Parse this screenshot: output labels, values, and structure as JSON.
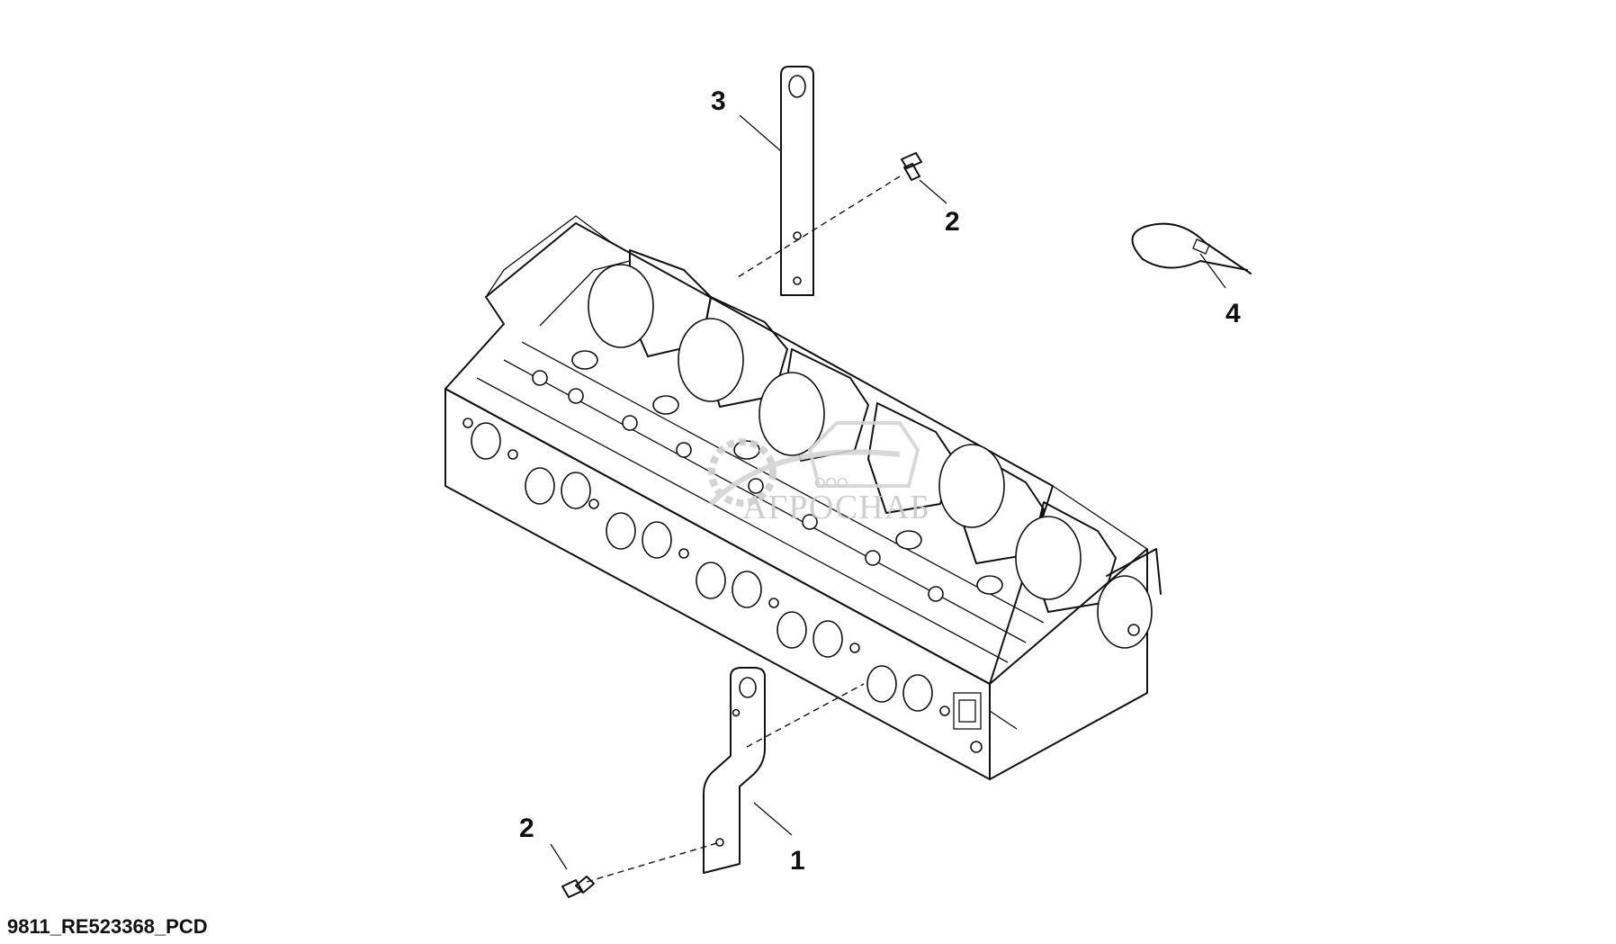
{
  "callouts": {
    "part1": "1",
    "part2_top": "2",
    "part2_bottom": "2",
    "part3": "3",
    "part4": "4"
  },
  "drawing_code": "9811_RE523368_PCD",
  "watermark": {
    "company_form": "ООО",
    "company_name": "АГРОСНАБ"
  }
}
